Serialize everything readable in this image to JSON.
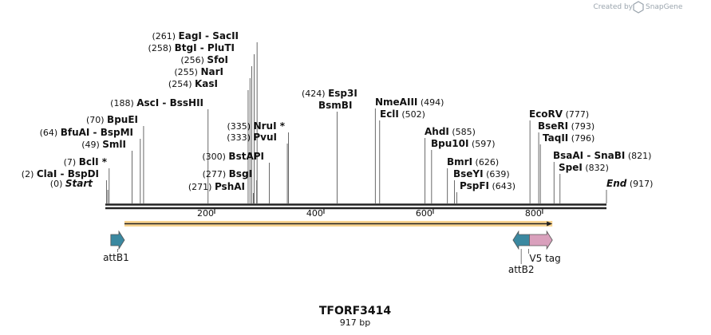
{
  "watermark": {
    "prefix": "Created by",
    "brand": "SnapGene"
  },
  "plasmid": {
    "name": "TFORF3414",
    "length_label": "917 bp",
    "length": 917
  },
  "ruler": {
    "ticks": [
      {
        "value": 200,
        "label": "200"
      },
      {
        "value": 400,
        "label": "400"
      },
      {
        "value": 600,
        "label": "600"
      },
      {
        "value": 800,
        "label": "800"
      }
    ]
  },
  "site_groups": [
    {
      "sites": [
        {
          "name": "ClaI",
          "pos": 2
        },
        {
          "name": "BspDI",
          "pos": 2
        }
      ],
      "pos_label": "(2)"
    },
    {
      "sites": [
        {
          "name": "BclI *",
          "pos": 7
        }
      ],
      "pos_label": "(7)"
    },
    {
      "sites": [
        {
          "name": "SmlI",
          "pos": 49
        }
      ],
      "pos_label": "(49)"
    },
    {
      "sites": [
        {
          "name": "BfuAI",
          "pos": 64
        },
        {
          "name": "BspMI",
          "pos": 64
        }
      ],
      "pos_label": "(64)"
    },
    {
      "sites": [
        {
          "name": "BpuEI",
          "pos": 70
        }
      ],
      "pos_label": "(70)"
    },
    {
      "sites": [
        {
          "name": "AscI",
          "pos": 188
        },
        {
          "name": "BssHII",
          "pos": 188
        }
      ],
      "pos_label": "(188)"
    },
    {
      "sites": [
        {
          "name": "KasI",
          "pos": 254
        }
      ],
      "pos_label": "(254)"
    },
    {
      "sites": [
        {
          "name": "NarI",
          "pos": 255
        }
      ],
      "pos_label": "(255)"
    },
    {
      "sites": [
        {
          "name": "SfoI",
          "pos": 256
        }
      ],
      "pos_label": "(256)"
    },
    {
      "sites": [
        {
          "name": "BtgI",
          "pos": 258
        },
        {
          "name": "PluTI",
          "pos": 258
        }
      ],
      "pos_label": "(258)"
    },
    {
      "sites": [
        {
          "name": "EagI",
          "pos": 261
        },
        {
          "name": "SacII",
          "pos": 261
        }
      ],
      "pos_label": "(261)"
    },
    {
      "sites": [
        {
          "name": "PshAI",
          "pos": 271
        }
      ],
      "pos_label": "(271)"
    },
    {
      "sites": [
        {
          "name": "BsgI",
          "pos": 277
        }
      ],
      "pos_label": "(277)"
    },
    {
      "sites": [
        {
          "name": "BstAPI",
          "pos": 300
        }
      ],
      "pos_label": "(300)"
    },
    {
      "sites": [
        {
          "name": "PvuI",
          "pos": 333
        }
      ],
      "pos_label": "(333)"
    },
    {
      "sites": [
        {
          "name": "NruI *",
          "pos": 335
        }
      ],
      "pos_label": "(335)"
    },
    {
      "sites": [
        {
          "name": "Esp3I",
          "pos": 424
        },
        {
          "name": "BsmBI",
          "pos": 424
        }
      ],
      "pos_label": "(424)"
    },
    {
      "sites": [
        {
          "name": "NmeAIII",
          "pos": 494
        }
      ],
      "pos_label": "(494)"
    },
    {
      "sites": [
        {
          "name": "EclI",
          "pos": 502
        }
      ],
      "pos_label": "(502)"
    },
    {
      "sites": [
        {
          "name": "AhdI",
          "pos": 585
        }
      ],
      "pos_label": "(585)"
    },
    {
      "sites": [
        {
          "name": "Bpu10I",
          "pos": 597
        }
      ],
      "pos_label": "(597)"
    },
    {
      "sites": [
        {
          "name": "BmrI",
          "pos": 626
        }
      ],
      "pos_label": "(626)"
    },
    {
      "sites": [
        {
          "name": "BseYI",
          "pos": 639
        }
      ],
      "pos_label": "(639)"
    },
    {
      "sites": [
        {
          "name": "PspFI",
          "pos": 643
        }
      ],
      "pos_label": "(643)"
    },
    {
      "sites": [
        {
          "name": "EcoRV",
          "pos": 777
        }
      ],
      "pos_label": "(777)"
    },
    {
      "sites": [
        {
          "name": "BseRI",
          "pos": 793
        }
      ],
      "pos_label": "(793)"
    },
    {
      "sites": [
        {
          "name": "TaqII",
          "pos": 796
        }
      ],
      "pos_label": "(796)"
    },
    {
      "sites": [
        {
          "name": "BsaAI",
          "pos": 821
        },
        {
          "name": "SnaBI",
          "pos": 821
        }
      ],
      "pos_label": "(821)"
    },
    {
      "sites": [
        {
          "name": "SpeI",
          "pos": 832
        }
      ],
      "pos_label": "(832)"
    }
  ],
  "markers": [
    {
      "name": "Start",
      "pos_label": "(0)",
      "pos": 0
    },
    {
      "name": "End",
      "pos_label": "(917)",
      "pos": 917
    }
  ],
  "features": [
    {
      "name": "attB1",
      "kind": "attB1",
      "color": "#3a88a0",
      "direction": "forward",
      "start": 10,
      "end": 35
    },
    {
      "name": "attB2",
      "kind": "attB2",
      "color": "#3a88a0",
      "direction": "reverse",
      "start": 746,
      "end": 776
    },
    {
      "name": "V5 tag",
      "kind": "v5",
      "color": "#d9a0bc",
      "direction": "forward",
      "start": 776,
      "end": 818
    }
  ],
  "orf": {
    "start": 35,
    "end": 818,
    "color": "#f5c46a"
  },
  "colors": {
    "line": "#333333",
    "backbone": "#222222"
  }
}
